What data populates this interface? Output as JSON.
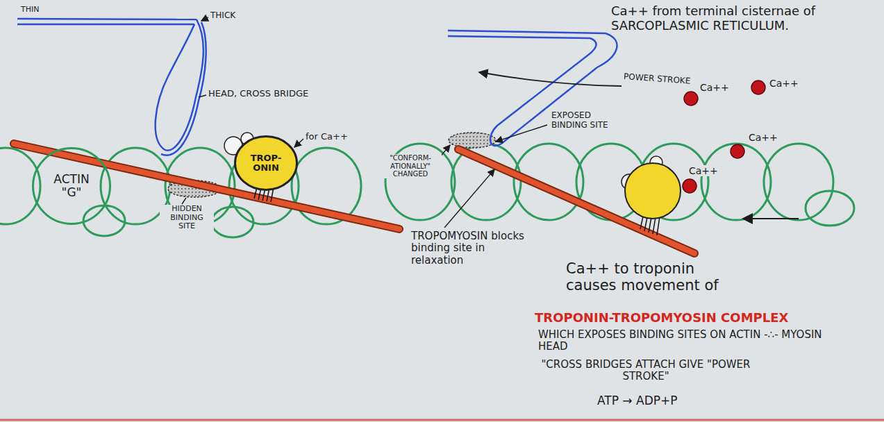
{
  "diagram": {
    "nodes": [
      {
        "text": [
          "ACTIN \"G\""
        ]
      },
      {
        "text": [
          "TROP- ONIN"
        ]
      }
    ],
    "labels": [
      "THIN",
      "THICK",
      "HEAD, CROSS BRIDGE",
      "for Ca++",
      "HIDDEN BINDING SITE",
      "TROPOMYOSIN blocks binding site in relaxation",
      "POWER STROKE",
      "EXPOSED BINDING SITE",
      "\"CONFORM- ATIONALLY\" CHANGED",
      "Ca++ from terminal cisternae of SARCOPLASMIC RETICULUM.",
      "Ca++",
      "Ca++",
      "Ca++",
      "Ca++",
      "Ca++ to troponin causes movement of",
      "TROPONIN-TROPOMYOSIN COMPLEX",
      "WHICH EXPOSES BINDING SITES ON ACTIN -∴- MYOSIN HEAD",
      "\"CROSS BRIDGES ATTACH GIVE \"POWER STROKE\"",
      "ATP → ADP+P"
    ]
  }
}
